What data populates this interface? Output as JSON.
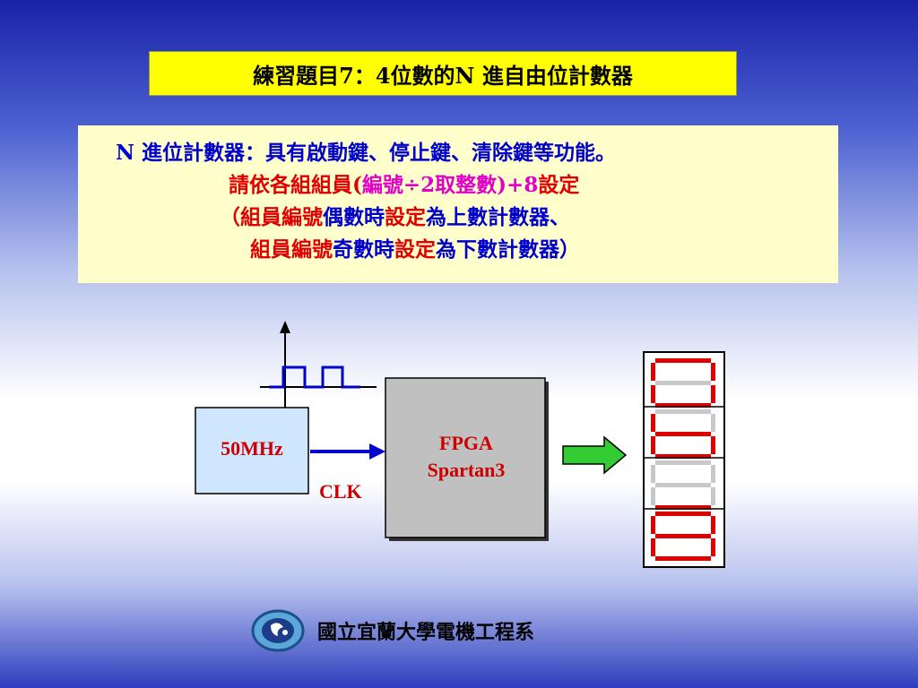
{
  "title": {
    "prefix": "練習題目",
    "number": "7：4",
    "suffix": "位數的N 進自由位計數器"
  },
  "description": {
    "line1": "N 進位計數器：具有啟動鍵、停止鍵、清除鍵等功能。",
    "line2": {
      "a": "請依各組組員(",
      "b": "編號÷2取整數",
      "c": ")+8",
      "d": "設定"
    },
    "line3": {
      "a": "（組員編號",
      "b": "偶數時",
      "c": "設定",
      "d": "為上數計數器、"
    },
    "line4": {
      "a": "組員編號",
      "b": "奇數時",
      "c": "設定",
      "d": "為下數計數器）"
    }
  },
  "diagram": {
    "oscillator_label": "50MHz",
    "clock_label": "CLK",
    "fpga_line1": "FPGA",
    "fpga_line2": "Spartan3",
    "digits": 4
  },
  "footer": {
    "institution": "國立宜蘭大學電機工程系"
  },
  "colors": {
    "title_bg": "#ffff00",
    "desc_bg": "#ffffcc",
    "segment_on": "#e00000",
    "segment_off": "#c8c8c8",
    "arrow_green": "#33cc33"
  }
}
